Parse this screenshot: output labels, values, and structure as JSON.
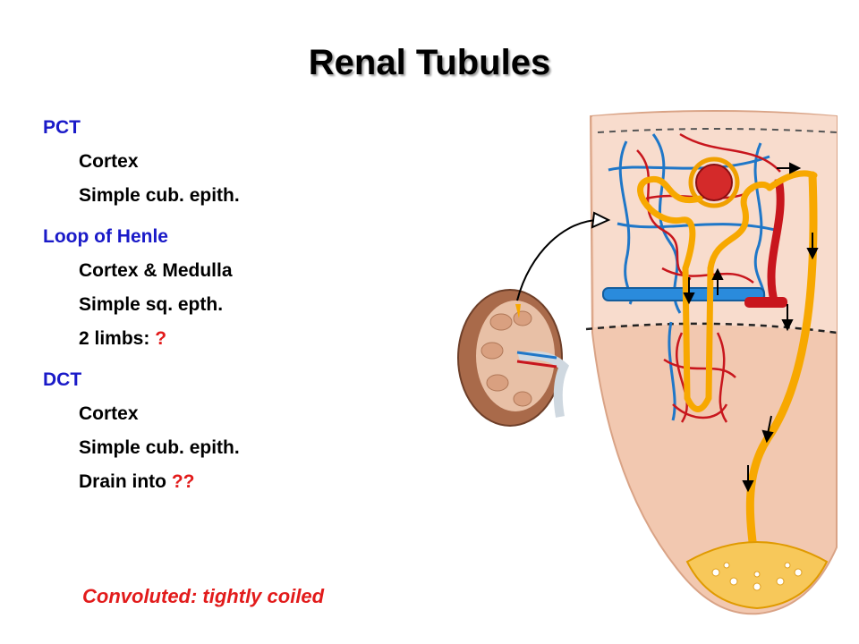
{
  "title": "Renal Tubules",
  "sections": [
    {
      "heading": "PCT",
      "items": [
        "Cortex",
        "Simple cub. epith."
      ]
    },
    {
      "heading": "Loop of Henle",
      "items": [
        "Cortex & Medulla",
        "Simple sq. epth."
      ],
      "question_item": {
        "text": "2 limbs: ",
        "mark": "?"
      }
    },
    {
      "heading": "DCT",
      "items": [
        "Cortex",
        "Simple cub. epith."
      ],
      "question_item": {
        "text": "Drain into ",
        "mark": "??"
      }
    }
  ],
  "footnote": "Convoluted: tightly coiled",
  "colors": {
    "heading": "#1a1ac8",
    "question": "#e21b1b",
    "artery": "#c8161d",
    "vein": "#1f77c8",
    "tubule": "#f7a800",
    "tissue": "#f2c8b0"
  }
}
